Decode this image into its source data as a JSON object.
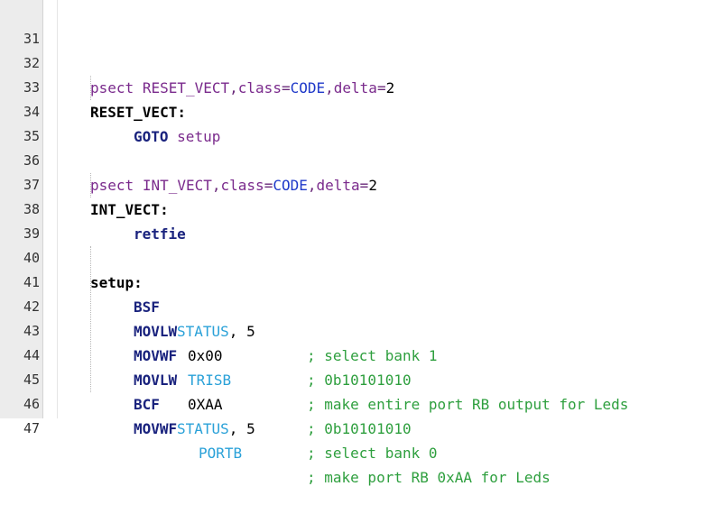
{
  "editor": {
    "lines": [
      {
        "n": "31"
      },
      {
        "n": "32",
        "directive": "psect",
        "section": "RESET_VECT",
        "comma1": ",",
        "class_key": "class",
        "eq1": "=",
        "class_val": "CODE",
        "comma2": ",",
        "delta_key": "delta",
        "eq2": "=",
        "delta_val": "2"
      },
      {
        "n": "33",
        "label": "RESET_VECT:"
      },
      {
        "n": "34",
        "instr": "GOTO",
        "arg": "setup"
      },
      {
        "n": "35"
      },
      {
        "n": "36",
        "directive": "psect",
        "section": "INT_VECT",
        "comma1": ",",
        "class_key": "class",
        "eq1": "=",
        "class_val": "CODE",
        "comma2": ",",
        "delta_key": "delta",
        "eq2": "=",
        "delta_val": "2"
      },
      {
        "n": "37",
        "label": "INT_VECT:"
      },
      {
        "n": "38",
        "instr": "retfie"
      },
      {
        "n": "39"
      },
      {
        "n": "40",
        "label": "setup:"
      },
      {
        "n": "41",
        "instr": "BSF",
        "reg": "STATUS",
        "sep": ",",
        "val": "5",
        "comment": "; select bank 1"
      },
      {
        "n": "42",
        "instr": "MOVLW",
        "val": "0x00",
        "comment": "; 0b10101010"
      },
      {
        "n": "43",
        "instr": "MOVWF",
        "reg": "TRISB",
        "comment": "; make entire port RB output for Leds"
      },
      {
        "n": "44",
        "instr": "MOVLW",
        "val": "0XAA",
        "comment": "; 0b10101010"
      },
      {
        "n": "45",
        "instr": "BCF",
        "reg": "STATUS",
        "sep": ",",
        "val": "5",
        "comment": "; select bank 0"
      },
      {
        "n": "46",
        "instr": "MOVWF",
        "reg": "PORTB",
        "comment": "; make port RB 0xAA for Leds"
      },
      {
        "n": "47"
      }
    ]
  },
  "colors": {
    "directive": "#7a2a8c",
    "constant": "#1f39c9",
    "instruction": "#1a237e",
    "register": "#2aa1d8",
    "comment": "#2e9f3e",
    "gutter": "#ececec"
  }
}
